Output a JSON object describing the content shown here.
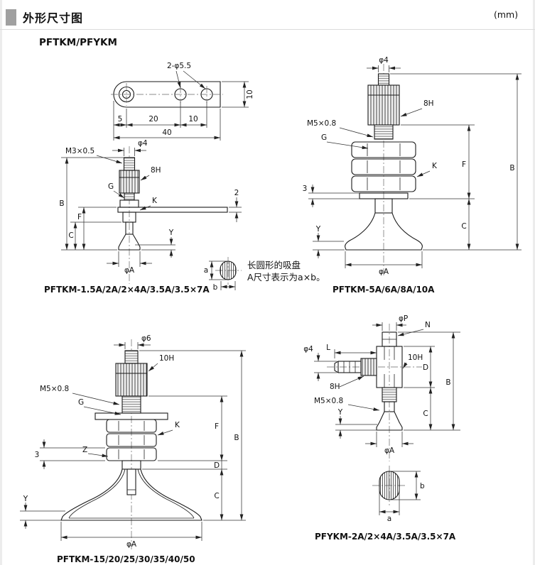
{
  "header": {
    "title": "外形尺寸图",
    "unit": "(mm)"
  },
  "subtitle": "PFTKM/PFYKM",
  "note": {
    "line1": "长圆形的吸盘",
    "line2": "A尺寸表示为a×b。",
    "dim_a": "a",
    "dim_b": "b"
  },
  "panel1": {
    "caption": "PFTKM-1.5A/2A/2×4A/3.5A/3.5×7A",
    "labels": {
      "holes": "2-φ5.5",
      "plate_h": "10",
      "d5": "5",
      "d20": "20",
      "d10": "10",
      "d40": "40",
      "thread_top": "M3×0.5",
      "phi4": "φ4",
      "knurl": "8H",
      "g": "G",
      "k": "K",
      "dim_b": "B",
      "dim_f": "F",
      "dim_c": "C",
      "arm_t": "2",
      "phi_a": "φA",
      "dim_y": "Y"
    }
  },
  "panel2": {
    "caption": "PFTKM-5A/6A/8A/10A",
    "labels": {
      "phi4": "φ4",
      "knurl": "8H",
      "thread": "M5×0.8",
      "g": "G",
      "k": "K",
      "t3": "3",
      "dim_b": "B",
      "dim_f": "F",
      "dim_c": "C",
      "dim_y": "Y",
      "phi_a": "φA"
    }
  },
  "panel3": {
    "caption": "PFTKM-15/20/25/30/35/40/50",
    "labels": {
      "phi6": "φ6",
      "knurl": "10H",
      "thread": "M5×0.8",
      "g": "G",
      "k": "K",
      "z": "Z",
      "t3": "3",
      "dim_b": "B",
      "dim_f": "F",
      "dim_d": "D",
      "dim_c": "C",
      "dim_y": "Y",
      "phi_a": "φA"
    }
  },
  "panel4": {
    "caption": "PFYKM-2A/2×4A/3.5A/3.5×7A",
    "labels": {
      "phi_p": "φP",
      "n": "N",
      "phi4": "φ4",
      "l": "L",
      "knurl10": "10H",
      "knurl8": "8H",
      "thread": "M5×0.8",
      "dim_d": "D",
      "dim_b": "B",
      "dim_c": "C",
      "dim_y": "Y",
      "phi_a": "φA",
      "oval_b": "b",
      "oval_a": "a"
    }
  }
}
